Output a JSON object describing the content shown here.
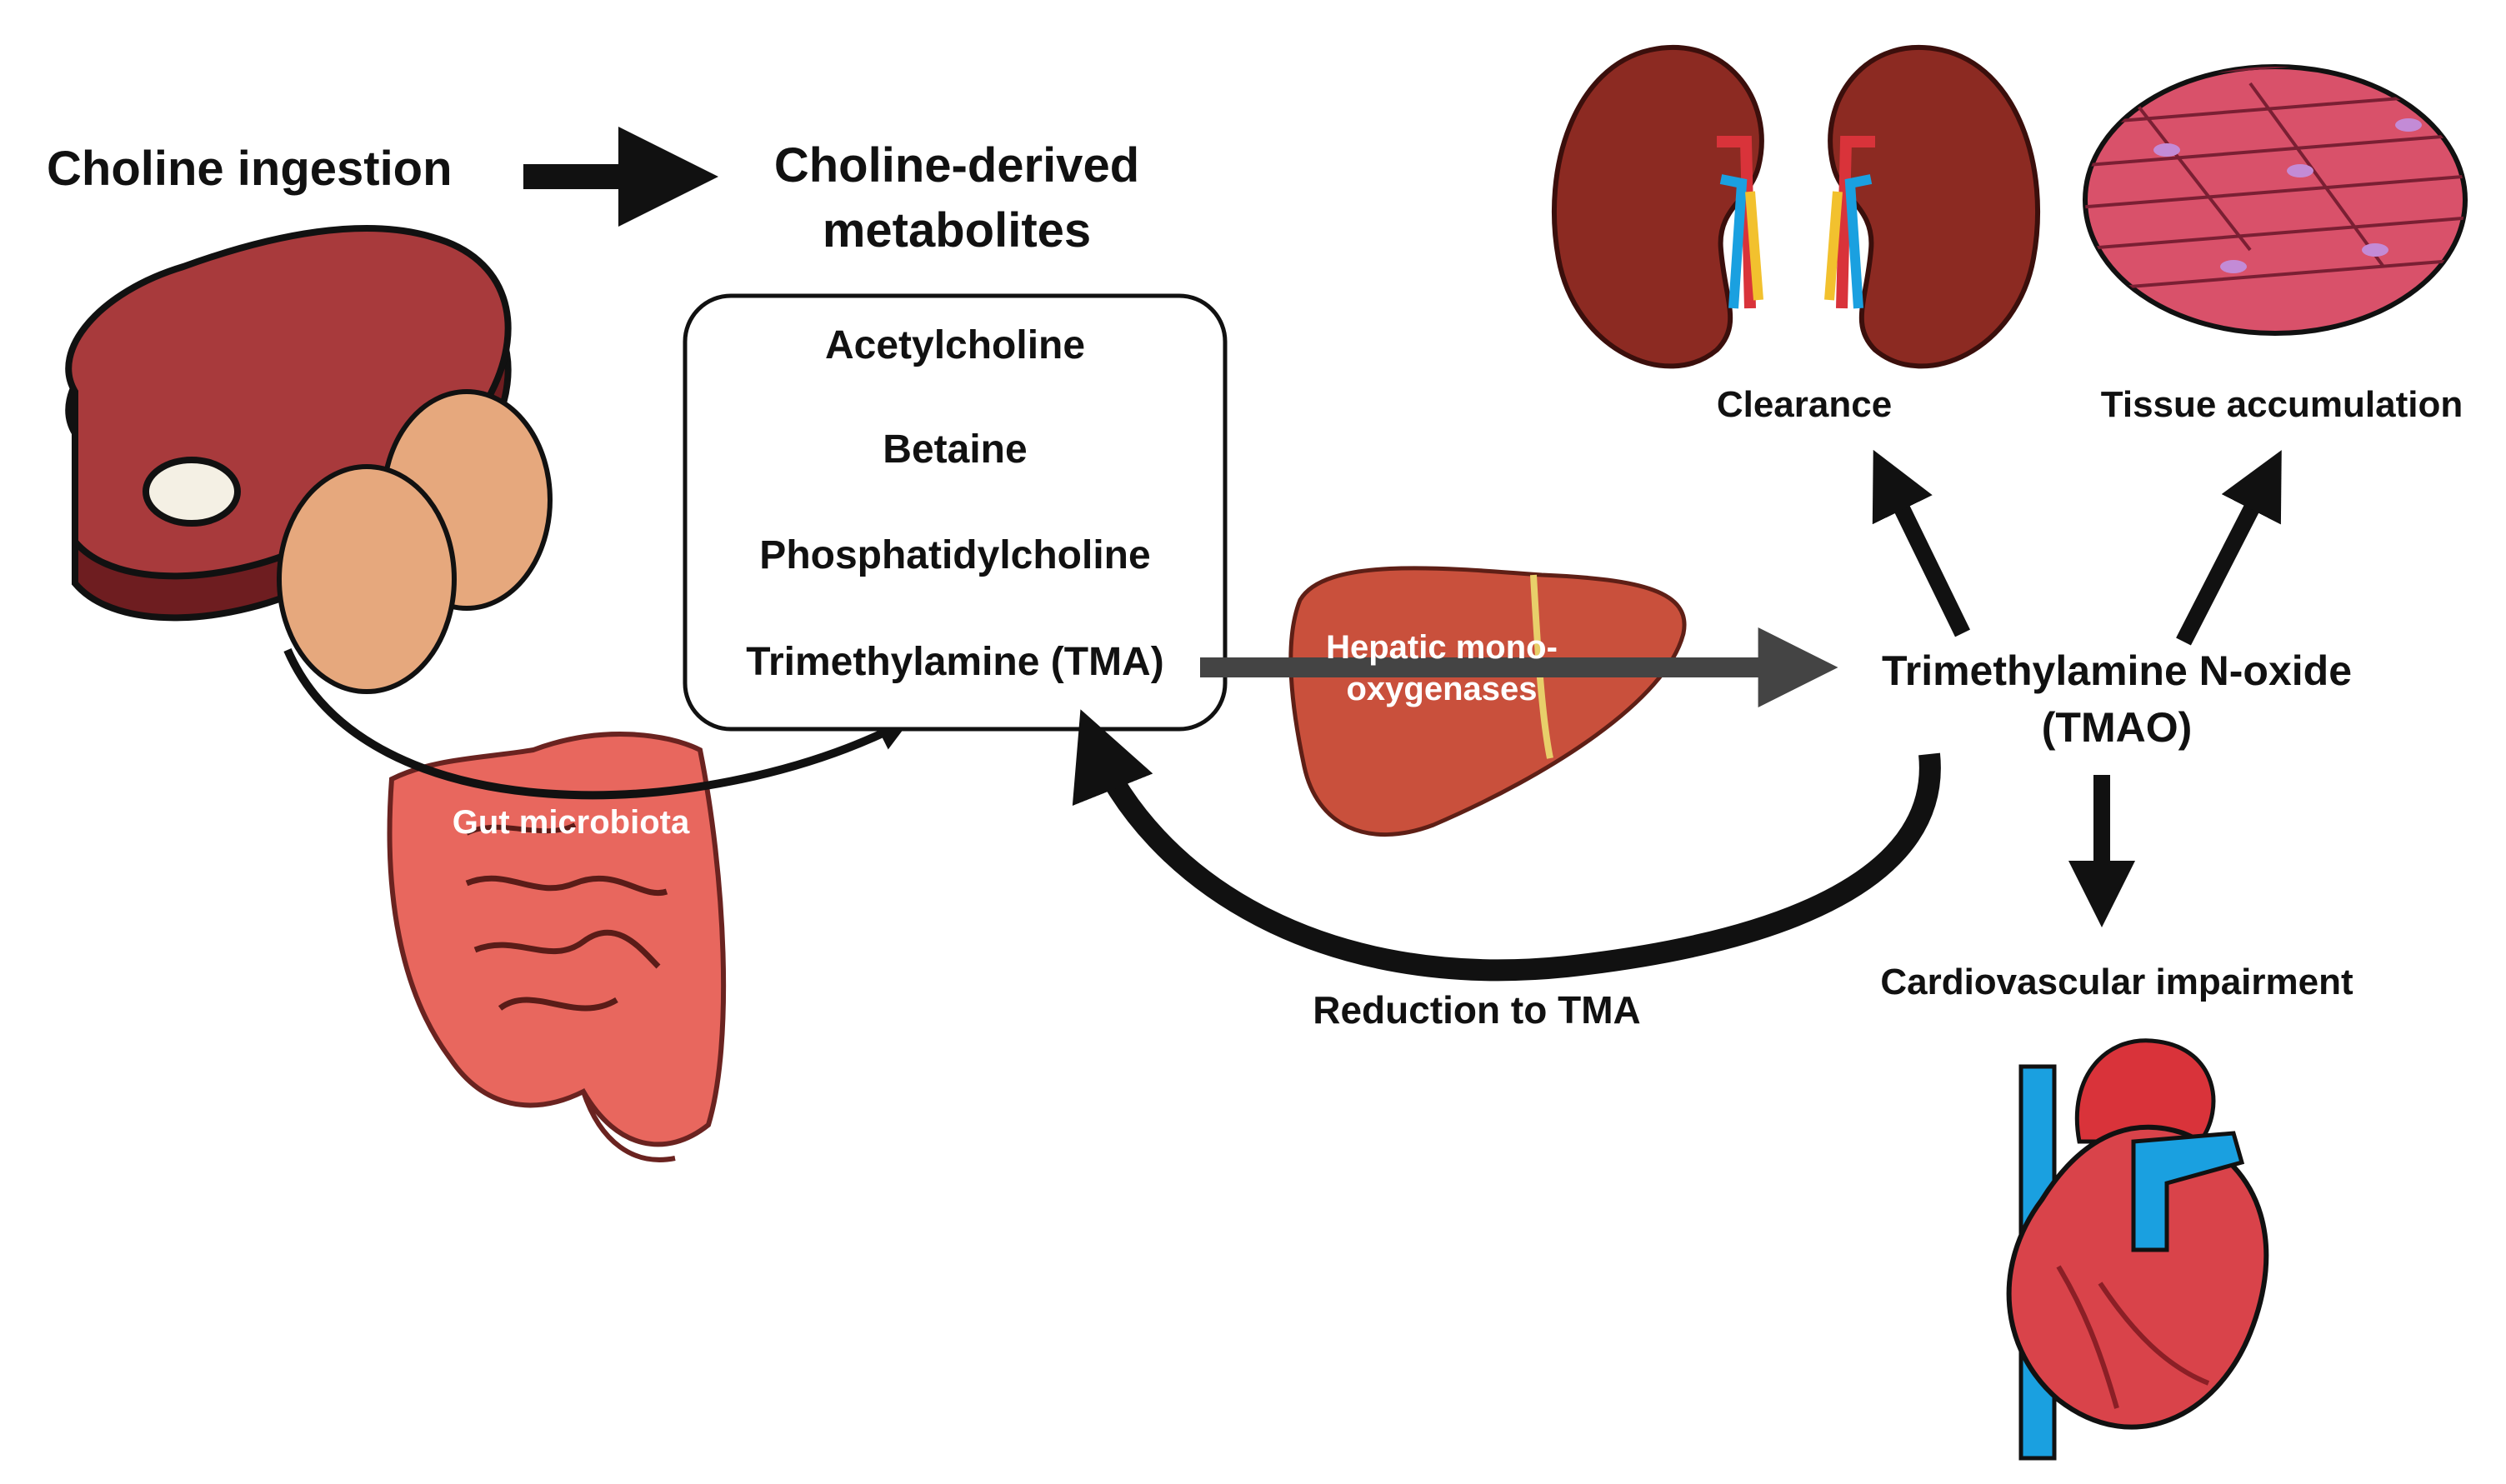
{
  "diagram": {
    "ingestion": "Choline ingestion",
    "metabolites_title": [
      "Choline-derived",
      "metabolites"
    ],
    "metabolites": [
      "Acetylcholine",
      "Betaine",
      "Phosphatidylcholine",
      "Trimethylamine (TMA)"
    ],
    "gut_label": "Gut microbiota",
    "liver_label": [
      "Hepatic mono-",
      "oxygenases"
    ],
    "tmao_label": [
      "Trimethylamine N-oxide",
      "(TMAO)"
    ],
    "clearance": "Clearance",
    "tissue": "Tissue accumulation",
    "cardio": "Cardiovascular impairment",
    "reduction": "Reduction to TMA"
  },
  "colors": {
    "meat": "#a83a3c",
    "meat_dark": "#6e1d20",
    "egg": "#e6a87d",
    "intestine": "#e8675e",
    "liver": "#c9503c",
    "kidney": "#8c2a22",
    "muscle": "#d9516a",
    "heart_red": "#d9434a",
    "vessel_blue": "#1aa0e0",
    "arrow": "#111111",
    "liver_arrow": "#444444"
  }
}
